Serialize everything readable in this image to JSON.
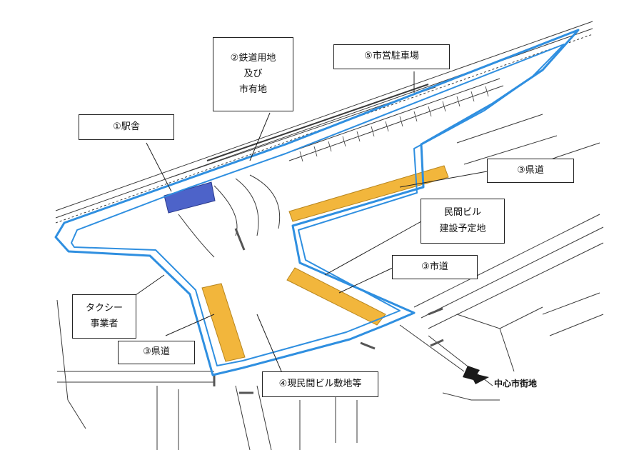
{
  "colors": {
    "boundary": "#2f8fe0",
    "road_highlight": "#f2b63c",
    "station_building": "#4d63c9",
    "linework": "#3a3a3a"
  },
  "labels": {
    "station": "①駅舎",
    "railway_land": [
      "②鉄道用地",
      "及び",
      "市有地"
    ],
    "prefectural_road_top": "③県道",
    "prefectural_road_bottom": "③県道",
    "city_road": "③市道",
    "current_buildings": "④現民間ビル敷地等",
    "municipal_parking": "⑤市営駐車場",
    "private_building_plan": [
      "民間ビル",
      "建設予定地"
    ],
    "taxi_operator": [
      "タクシー",
      "事業者"
    ],
    "city_center": "中心市街地"
  }
}
